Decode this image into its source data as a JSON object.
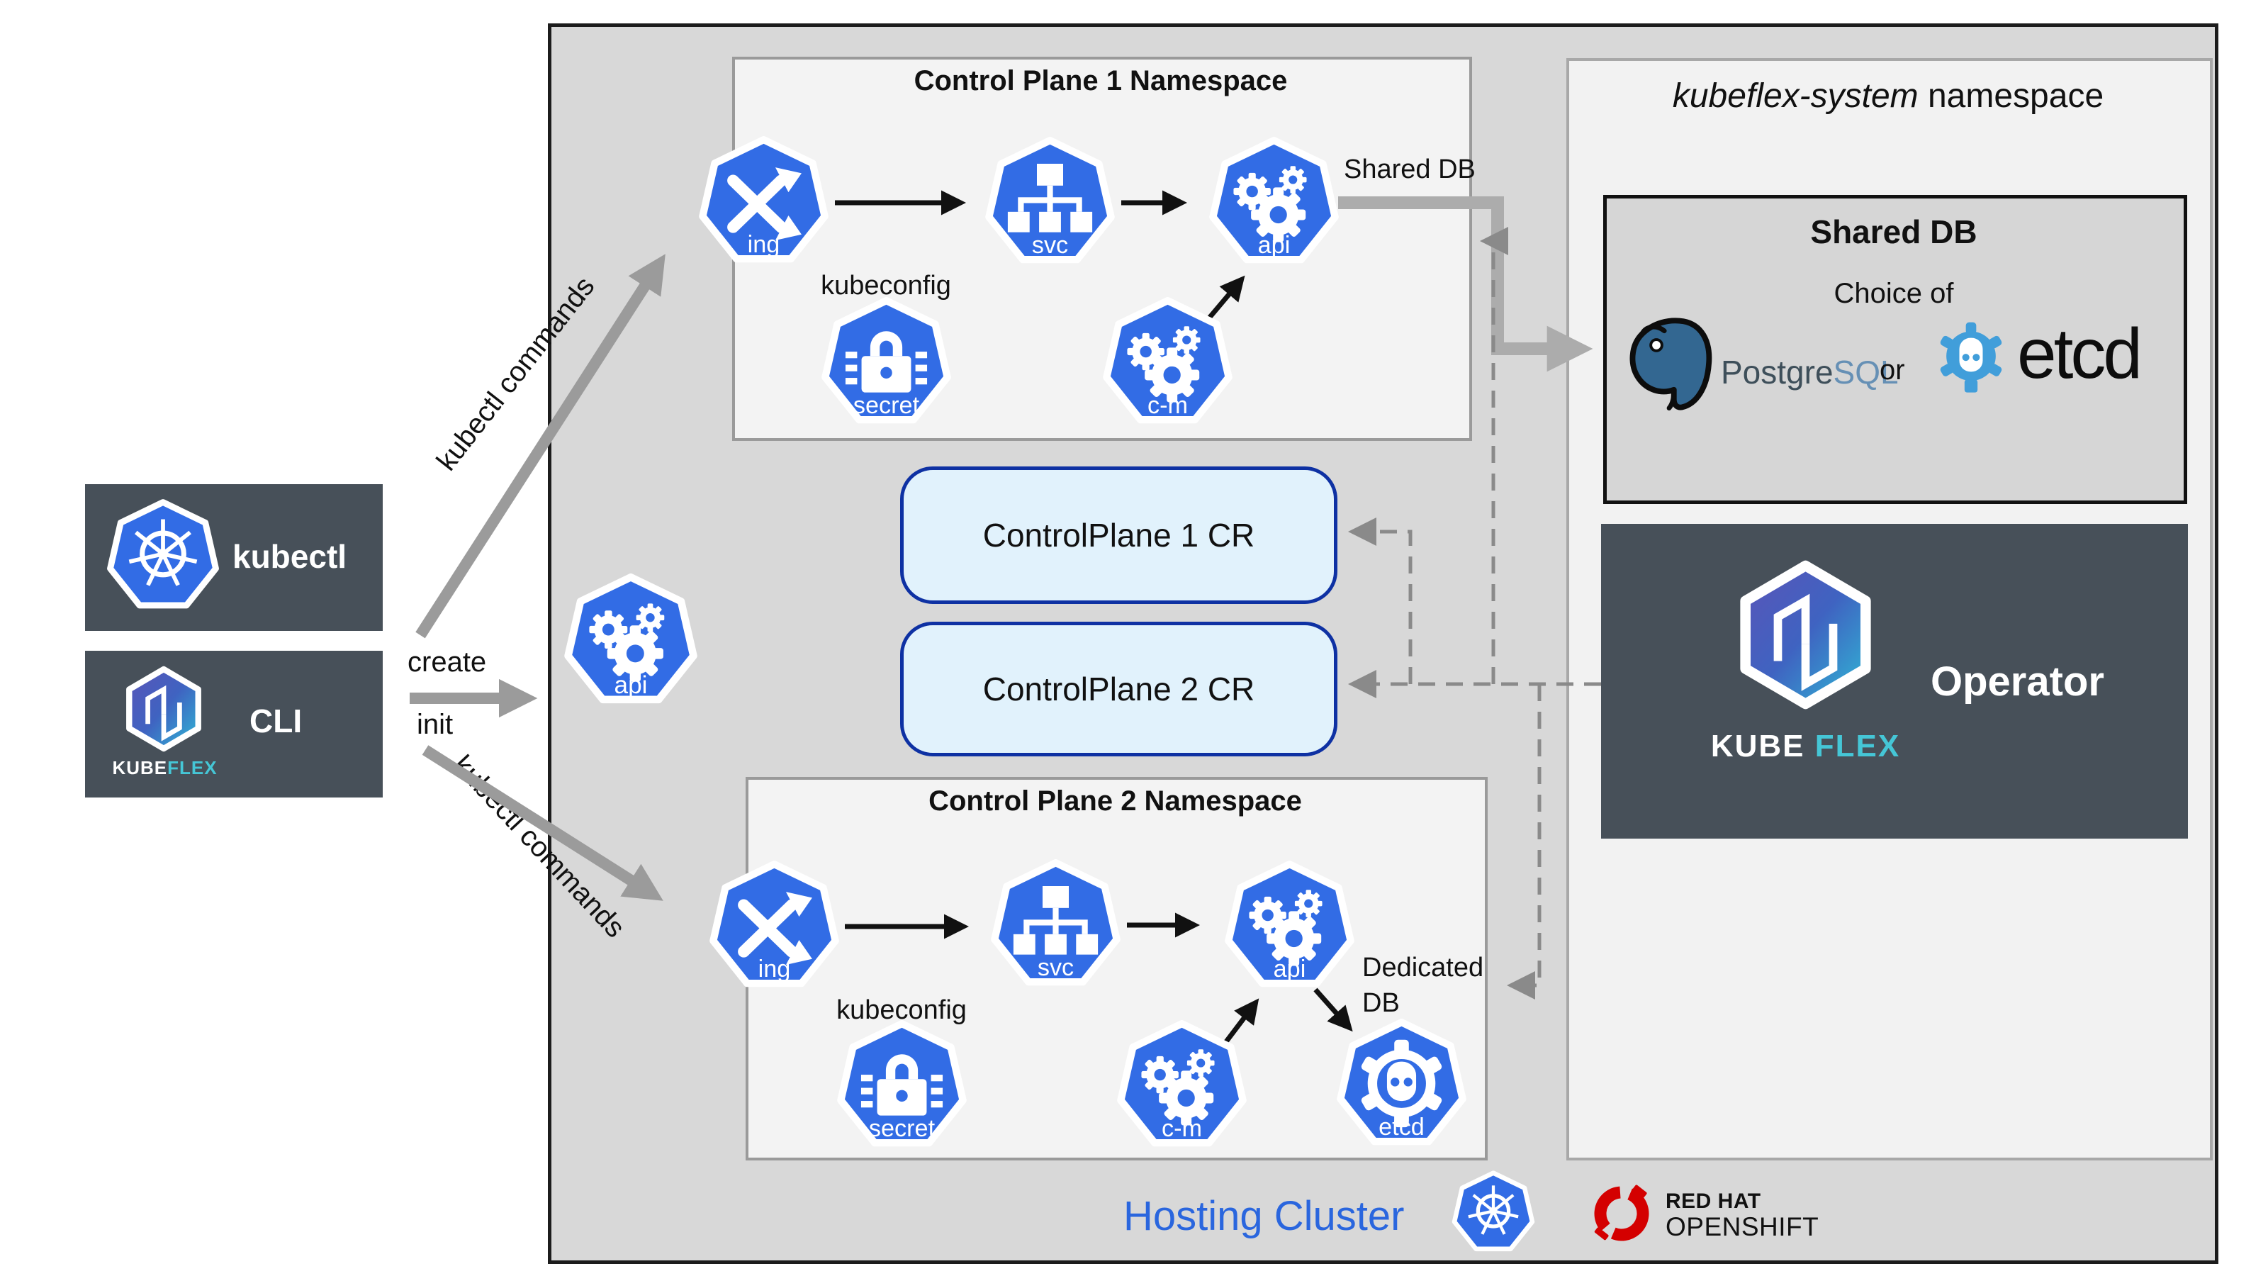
{
  "left": {
    "kubectl_box": {
      "label": "kubectl"
    },
    "cli_box": {
      "label": "CLI",
      "logo_text_1": "KUBE",
      "logo_text_2": "FLEX"
    },
    "arrow_labels": {
      "top": "kubectl commands",
      "create": "create",
      "init": "init",
      "bottom": "kubectl commands"
    }
  },
  "cp1": {
    "title": "Control Plane 1 Namespace",
    "kubeconfig_label": "kubeconfig",
    "shared_db_label": "Shared DB",
    "icons": {
      "ing": "ing",
      "svc": "svc",
      "api": "api",
      "secret": "secret",
      "cm": "c-m"
    }
  },
  "cp2": {
    "title": "Control Plane 2 Namespace",
    "kubeconfig_label": "kubeconfig",
    "dedicated_db_label_1": "Dedicated",
    "dedicated_db_label_2": "DB",
    "icons": {
      "ing": "ing",
      "svc": "svc",
      "api": "api",
      "secret": "secret",
      "cm": "c-m",
      "etcd": "etcd"
    }
  },
  "host_api_icon": {
    "label": "api"
  },
  "crs": {
    "cr1": "ControlPlane 1 CR",
    "cr2": "ControlPlane 2 CR"
  },
  "kubeflex_ns": {
    "title_em": "kubeflex-system",
    "title_rest": " namespace",
    "shared_db": {
      "title": "Shared DB",
      "subtitle": "Choice of",
      "postgre": "Postgre",
      "sql": "SQL",
      "or": "or",
      "etcd": "etcd"
    },
    "operator": {
      "label": "Operator",
      "logo_text_1": "KUBE",
      "logo_text_2": "FLEX"
    }
  },
  "footer": {
    "title": "Hosting Cluster",
    "redhat_1": "RED HAT",
    "redhat_2": "OPENSHIFT"
  },
  "colors": {
    "kubernetes_blue": "#326CE5",
    "dark_panel": "#475059",
    "hosting_fill": "#d8d8d8",
    "namespace_fill": "#f3f3f3",
    "cr_fill": "#e1f2fc",
    "cr_border": "#0e31a3",
    "hosting_title_blue": "#2a66de",
    "postgres_blue": "#336791",
    "etcd_blue": "#419eda",
    "kubeflex_teal": "#45c6d6",
    "redhat_red": "#d40000",
    "arrow_gray": "#9b9b9b",
    "dashed_gray": "#8a8a8a",
    "pipe_gray": "#acacac"
  }
}
